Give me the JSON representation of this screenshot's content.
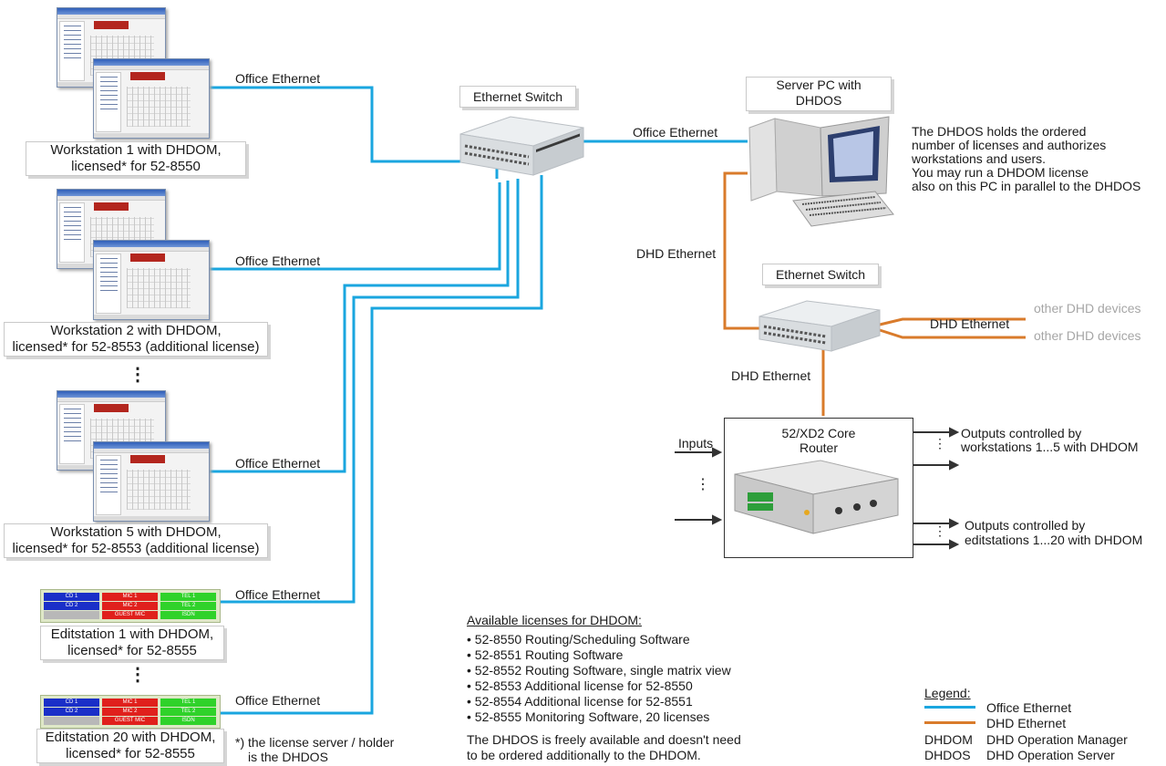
{
  "colors": {
    "office_ethernet": "#1aa6df",
    "dhd_ethernet": "#d97b2b",
    "box_border": "#c9c9c9",
    "other_devices_text": "#a6a6a6"
  },
  "workstations": [
    {
      "caption_line1": "Workstation 1 with DHDOM,",
      "caption_line2": "licensed* for 52-8550",
      "link_label": "Office Ethernet"
    },
    {
      "caption_line1": "Workstation 2 with DHDOM,",
      "caption_line2": "licensed* for 52-8553 (additional license)",
      "link_label": "Office Ethernet"
    },
    {
      "caption_line1": "Workstation 5 with DHDOM,",
      "caption_line2": "licensed* for 52-8553 (additional license)",
      "link_label": "Office Ethernet"
    }
  ],
  "editstations": [
    {
      "caption_line1": "Editstation 1 with DHDOM,",
      "caption_line2": "licensed* for 52-8555",
      "link_label": "Office Ethernet"
    },
    {
      "caption_line1": "Editstation 20 with DHDOM,",
      "caption_line2": "licensed* for 52-8555",
      "link_label": "Office Ethernet"
    }
  ],
  "edit_panel_buttons": {
    "row1": [
      "CD 1",
      "MIC 1",
      "TEL 1"
    ],
    "row2": [
      "CD 2",
      "MIC 2",
      "TEL 2"
    ],
    "row3": [
      "",
      "GUEST MIC",
      "ISDN"
    ]
  },
  "ellipsis": "⋮",
  "footnote": {
    "line1": "*) the license server / holder",
    "line2": "is the DHDOS"
  },
  "switch_office": {
    "label": "Ethernet Switch",
    "uplink_label": "Office Ethernet"
  },
  "server": {
    "label_line1": "Server PC with",
    "label_line2": "DHDOS",
    "note": [
      "The DHDOS holds the ordered",
      "number of licenses and authorizes",
      "workstations and users.",
      "You may run a DHDOM license",
      "also on this PC in parallel to the DHDOS"
    ],
    "dhd_link_label": "DHD Ethernet"
  },
  "switch_dhd": {
    "label": "Ethernet Switch",
    "other_devices_1": "other DHD devices",
    "other_devices_2": "other DHD devices",
    "side_link_label": "DHD Ethernet",
    "router_link_label": "DHD Ethernet"
  },
  "router": {
    "label_line1": "52/XD2 Core",
    "label_line2": "Router",
    "inputs_label": "Inputs",
    "outputs_1_line1": "Outputs controlled by",
    "outputs_1_line2": "workstations 1...5 with DHDOM",
    "outputs_2_line1": "Outputs controlled by",
    "outputs_2_line2": "editstations 1...20 with DHDOM"
  },
  "licenses": {
    "heading": "Available licenses for DHDOM:",
    "items": [
      "• 52-8550 Routing/Scheduling Software",
      "• 52-8551 Routing Software",
      "• 52-8552 Routing Software, single matrix view",
      "• 52-8553 Additional license for 52-8550",
      "• 52-8554 Additional license for 52-8551",
      "• 52-8555 Monitoring Software, 20 licenses"
    ],
    "note_line1": "The DHDOS is freely available and doesn't need",
    "note_line2": "to be ordered additionally to the DHDOM."
  },
  "legend": {
    "heading": "Legend:",
    "office": "Office Ethernet",
    "dhd": "DHD Ethernet",
    "dhdom_abbr": "DHDOM",
    "dhdom_full": "DHD Operation Manager",
    "dhdos_abbr": "DHDOS",
    "dhdos_full": "DHD Operation Server"
  }
}
